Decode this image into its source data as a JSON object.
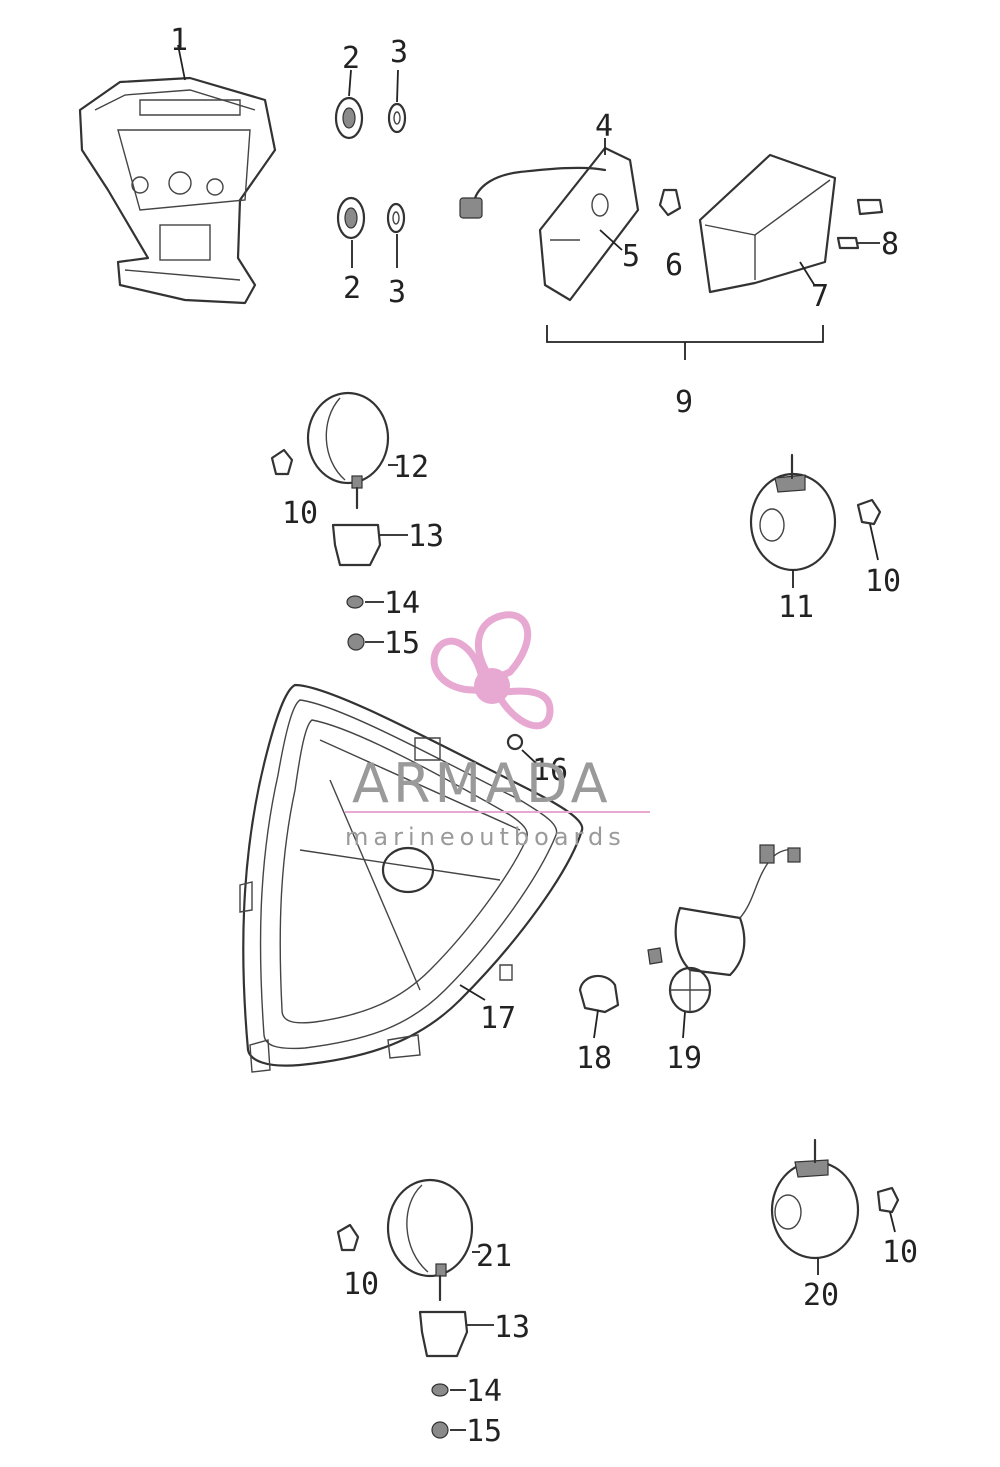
{
  "callouts": {
    "n1": "1",
    "n2a": "2",
    "n2b": "2",
    "n3a": "3",
    "n3b": "3",
    "n4": "4",
    "n5": "5",
    "n6": "6",
    "n7": "7",
    "n8": "8",
    "n9": "9",
    "n10a": "10",
    "n10b": "10",
    "n10c": "10",
    "n10d": "10",
    "n11": "11",
    "n12": "12",
    "n13a": "13",
    "n13b": "13",
    "n14a": "14",
    "n14b": "14",
    "n15a": "15",
    "n15b": "15",
    "n16": "16",
    "n17": "17",
    "n18": "18",
    "n19": "19",
    "n20": "20",
    "n21": "21"
  },
  "watermark": {
    "brand": "ARMADA",
    "tagline": "marineoutboards",
    "color": "#e7a8d2",
    "text_color": "#9a9a9a"
  },
  "icons": {
    "logo": "propeller-logo-icon"
  }
}
